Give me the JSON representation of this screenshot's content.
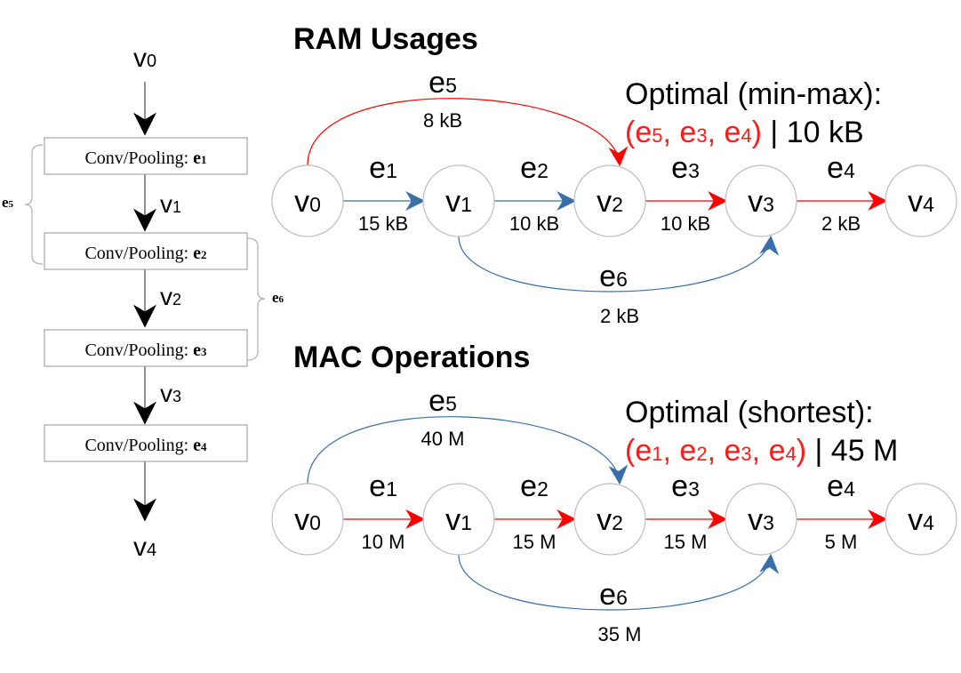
{
  "colors": {
    "blue": "#3a6ea8",
    "red": "#ff0000",
    "red_text": "#ff1a1a",
    "black": "#000000"
  },
  "pipeline": {
    "nodes": [
      {
        "base": "v",
        "sub": "0"
      },
      {
        "base": "v",
        "sub": "1"
      },
      {
        "base": "v",
        "sub": "2"
      },
      {
        "base": "v",
        "sub": "3"
      },
      {
        "base": "v",
        "sub": "4"
      }
    ],
    "layers": [
      {
        "label": "Conv/Pooling: ",
        "edge": "e",
        "sub": "1"
      },
      {
        "label": "Conv/Pooling: ",
        "edge": "e",
        "sub": "2"
      },
      {
        "label": "Conv/Pooling: ",
        "edge": "e",
        "sub": "3"
      },
      {
        "label": "Conv/Pooling: ",
        "edge": "e",
        "sub": "4"
      }
    ],
    "skip_left": {
      "edge": "e",
      "sub": "5"
    },
    "skip_right": {
      "edge": "e",
      "sub": "6"
    }
  },
  "graphs": [
    {
      "title": "RAM Usages",
      "optimal_heading": "Optimal (min-max):",
      "optimal_path": [
        "e5",
        "e3",
        "e4"
      ],
      "optimal_value": "10 kB",
      "nodes": [
        "0",
        "1",
        "2",
        "3",
        "4"
      ],
      "edges": [
        {
          "sub": "1",
          "weight": "15 kB",
          "color": "blue"
        },
        {
          "sub": "2",
          "weight": "10 kB",
          "color": "blue"
        },
        {
          "sub": "3",
          "weight": "10 kB",
          "color": "red"
        },
        {
          "sub": "4",
          "weight": "2 kB",
          "color": "red"
        }
      ],
      "skip_top": {
        "sub": "5",
        "weight": "8 kB",
        "color": "red"
      },
      "skip_bottom": {
        "sub": "6",
        "weight": "2 kB",
        "color": "blue"
      }
    },
    {
      "title": "MAC Operations",
      "optimal_heading": "Optimal (shortest):",
      "optimal_path": [
        "e1",
        "e2",
        "e3",
        "e4"
      ],
      "optimal_value": "45 M",
      "nodes": [
        "0",
        "1",
        "2",
        "3",
        "4"
      ],
      "edges": [
        {
          "sub": "1",
          "weight": "10 M",
          "color": "red"
        },
        {
          "sub": "2",
          "weight": "15 M",
          "color": "red"
        },
        {
          "sub": "3",
          "weight": "15 M",
          "color": "red"
        },
        {
          "sub": "4",
          "weight": "5 M",
          "color": "red"
        }
      ],
      "skip_top": {
        "sub": "5",
        "weight": "40 M",
        "color": "blue"
      },
      "skip_bottom": {
        "sub": "6",
        "weight": "35 M",
        "color": "blue"
      }
    }
  ]
}
